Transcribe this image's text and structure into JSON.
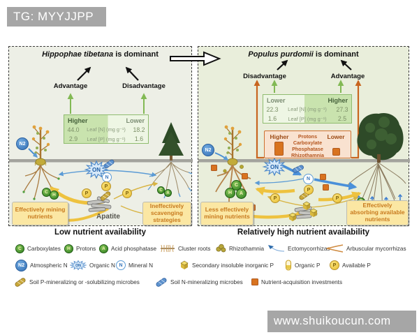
{
  "watermarks": {
    "top": "TG: MYYJJPP",
    "bottom": "www.shuikoucun.com"
  },
  "symbols": {
    "c": "C",
    "h": "H",
    "a": "A",
    "p": "P",
    "n": "N",
    "n2": "N2",
    "on": "ON"
  },
  "left_panel": {
    "title_species": "Hippophae tibetana",
    "title_suffix": " is dominant",
    "advantage": "Advantage",
    "disadvantage": "Disadvantage",
    "leaf_table": {
      "higher": "Higher",
      "lower": "Lower",
      "rows": [
        {
          "high": "44.0",
          "label": "Leaf [N] (mg g⁻¹)",
          "low": "18.2"
        },
        {
          "high": "2.9",
          "label": "Leaf [P] (mg g⁻¹)",
          "low": "1.6"
        }
      ]
    },
    "apatite": "Apatite",
    "box_mining": "Effectively mining nutrients",
    "box_scavenging": "Ineffectively scavenging strategies",
    "caption": "Low nutrient availability"
  },
  "right_panel": {
    "title_species": "Populus purdomii",
    "title_suffix": " is dominant",
    "advantage": "Advantage",
    "disadvantage": "Disadvantage",
    "leaf_table": {
      "lower": "Lower",
      "higher": "Higher",
      "rows": [
        {
          "low": "22.3",
          "label": "Leaf [N] (mg g⁻¹)",
          "high": "27.3"
        },
        {
          "low": "1.6",
          "label": "Leaf [P] (mg g⁻¹)",
          "high": "2.5"
        }
      ]
    },
    "trait_table": {
      "higher": "Higher",
      "lower": "Lower",
      "traits": [
        "Protons",
        "Carboxylate",
        "Phosphatase",
        "Rhizothamnia"
      ]
    },
    "box_mining": "Less effectively mining nutrients",
    "box_absorbing": "Effectively absorbing available nutrients",
    "caption": "Relatively high nutrient availability"
  },
  "legend": {
    "row1": [
      {
        "label": "Carboxylates"
      },
      {
        "label": "Protons"
      },
      {
        "label": "Acid phosphatase"
      },
      {
        "label": "Cluster roots"
      },
      {
        "label": "Rhizothamnia"
      },
      {
        "label": "Ectomycorrhizas"
      },
      {
        "label": "Arbuscular mycorrhizas"
      }
    ],
    "row2": [
      {
        "label": "Atmospheric N"
      },
      {
        "label": "Organic N"
      },
      {
        "label": "Mineral N"
      },
      {
        "label": "Secondary insoluble inorganic P"
      },
      {
        "label": "Organic P"
      },
      {
        "label": "Available P"
      }
    ],
    "row3": [
      {
        "label": "Soil P-mineralizing or -solubilizing microbes"
      },
      {
        "label": "Soil N-mineralizing microbes"
      },
      {
        "label": "Nutrient-acquisition investments"
      }
    ]
  },
  "colors": {
    "accent_green": "#82b954",
    "accent_orange": "#d8731f",
    "accent_blue": "#4a90d9",
    "accent_yellow": "#eec23f"
  }
}
